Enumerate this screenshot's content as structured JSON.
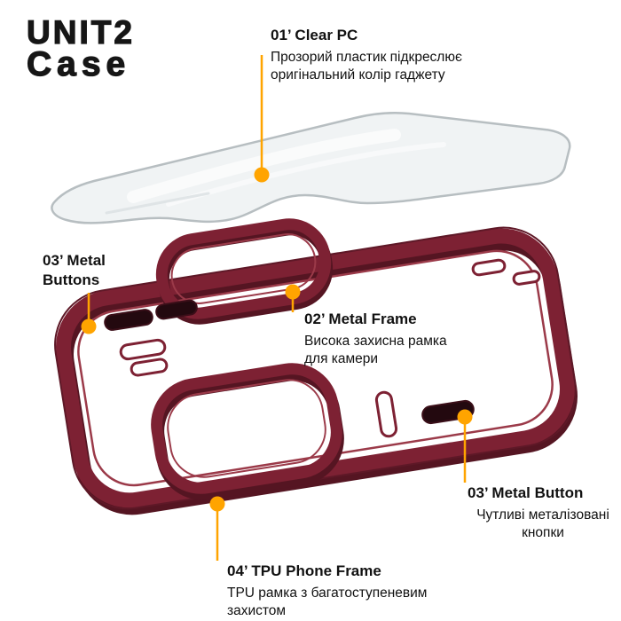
{
  "brand": {
    "name_line1": "UNIT2",
    "name_line2": "Case"
  },
  "callouts": {
    "clear_pc": {
      "title": "01’ Clear PC",
      "description": "Прозорий пластик підкреслює оригінальний колір гаджету"
    },
    "metal_buttons": {
      "title": "03’ Metal Buttons"
    },
    "metal_frame": {
      "title": "02’ Metal Frame",
      "description": "Висока захисна рамка для камери"
    },
    "metal_button": {
      "title": "03’ Metal Button",
      "description": "Чутливі металізовані кнопки"
    },
    "tpu_frame": {
      "title": "04’ TPU Phone Frame",
      "description": "TPU рамка з багатоступеневим захистом"
    }
  },
  "colors": {
    "accent_orange": "#FFA400",
    "case_burgundy": "#7D2133",
    "case_shadow": "#551522",
    "case_highlight": "#9B3A49",
    "button_black": "#23090F",
    "plate_edge_gray": "#B7BEC1",
    "text_black": "#111111"
  }
}
